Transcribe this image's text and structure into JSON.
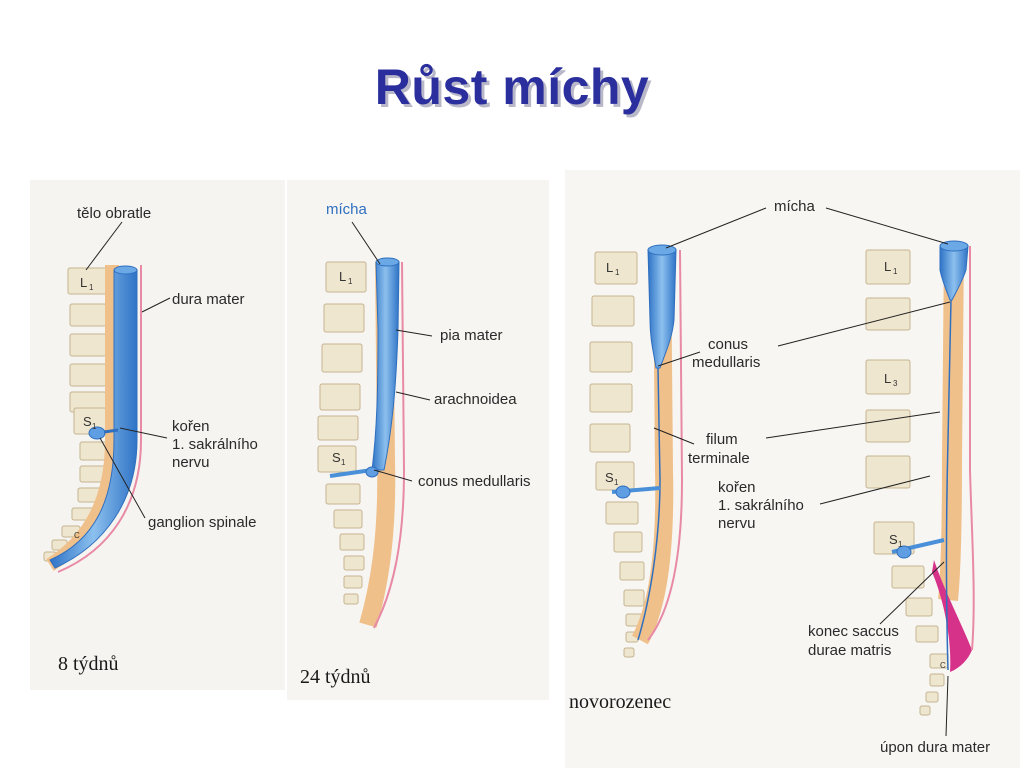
{
  "title": "Růst míchy",
  "panel_8w": {
    "stage": "8 týdnů",
    "labels": {
      "vertebral_body": "tělo obratle",
      "dura_mater": "dura mater",
      "root_line1": "kořen",
      "root_line2": "1. sakrálního",
      "root_line3": "nervu",
      "ganglion": "ganglion spinale"
    },
    "vertebra_marks": {
      "l1": "L",
      "l1_sub": "1",
      "s1": "S",
      "s1_sub": "1",
      "c": "C"
    }
  },
  "panel_24w": {
    "stage": "24 týdnů",
    "labels": {
      "spinal_cord": "mícha",
      "pia_mater": "pia mater",
      "arachnoid": "arachnoidea",
      "conus": "conus medullaris"
    },
    "vertebra_marks": {
      "l1": "L",
      "l1_sub": "1",
      "s1": "S",
      "s1_sub": "1"
    }
  },
  "panel_newborn": {
    "stage": "novorozenec",
    "labels": {
      "spinal_cord": "mícha",
      "conus_line1": "conus",
      "conus_line2": "medullaris",
      "filum_line1": "filum",
      "filum_line2": "terminale",
      "root_line1": "kořen",
      "root_line2": "1. sakrálního",
      "root_line3": "nervu",
      "saccus_line1": "konec saccus",
      "saccus_line2": "durae matris",
      "insertion": "úpon dura mater"
    },
    "vertebra_marks": {
      "l1": "L",
      "l1_sub": "1",
      "l3": "L",
      "l3_sub": "3",
      "s1": "S",
      "s1_sub": "1",
      "c": "C"
    }
  },
  "colors": {
    "title": "#2b2f9e",
    "cord_blue": "#4a90d9",
    "cord_light": "#8cc0ee",
    "vertebra_fill": "#efe6cf",
    "vertebra_stroke": "#b8a888",
    "dura_pink": "#e88aa6",
    "arachnoid_orange": "#f0c08a",
    "saccus_magenta": "#d6328a"
  }
}
